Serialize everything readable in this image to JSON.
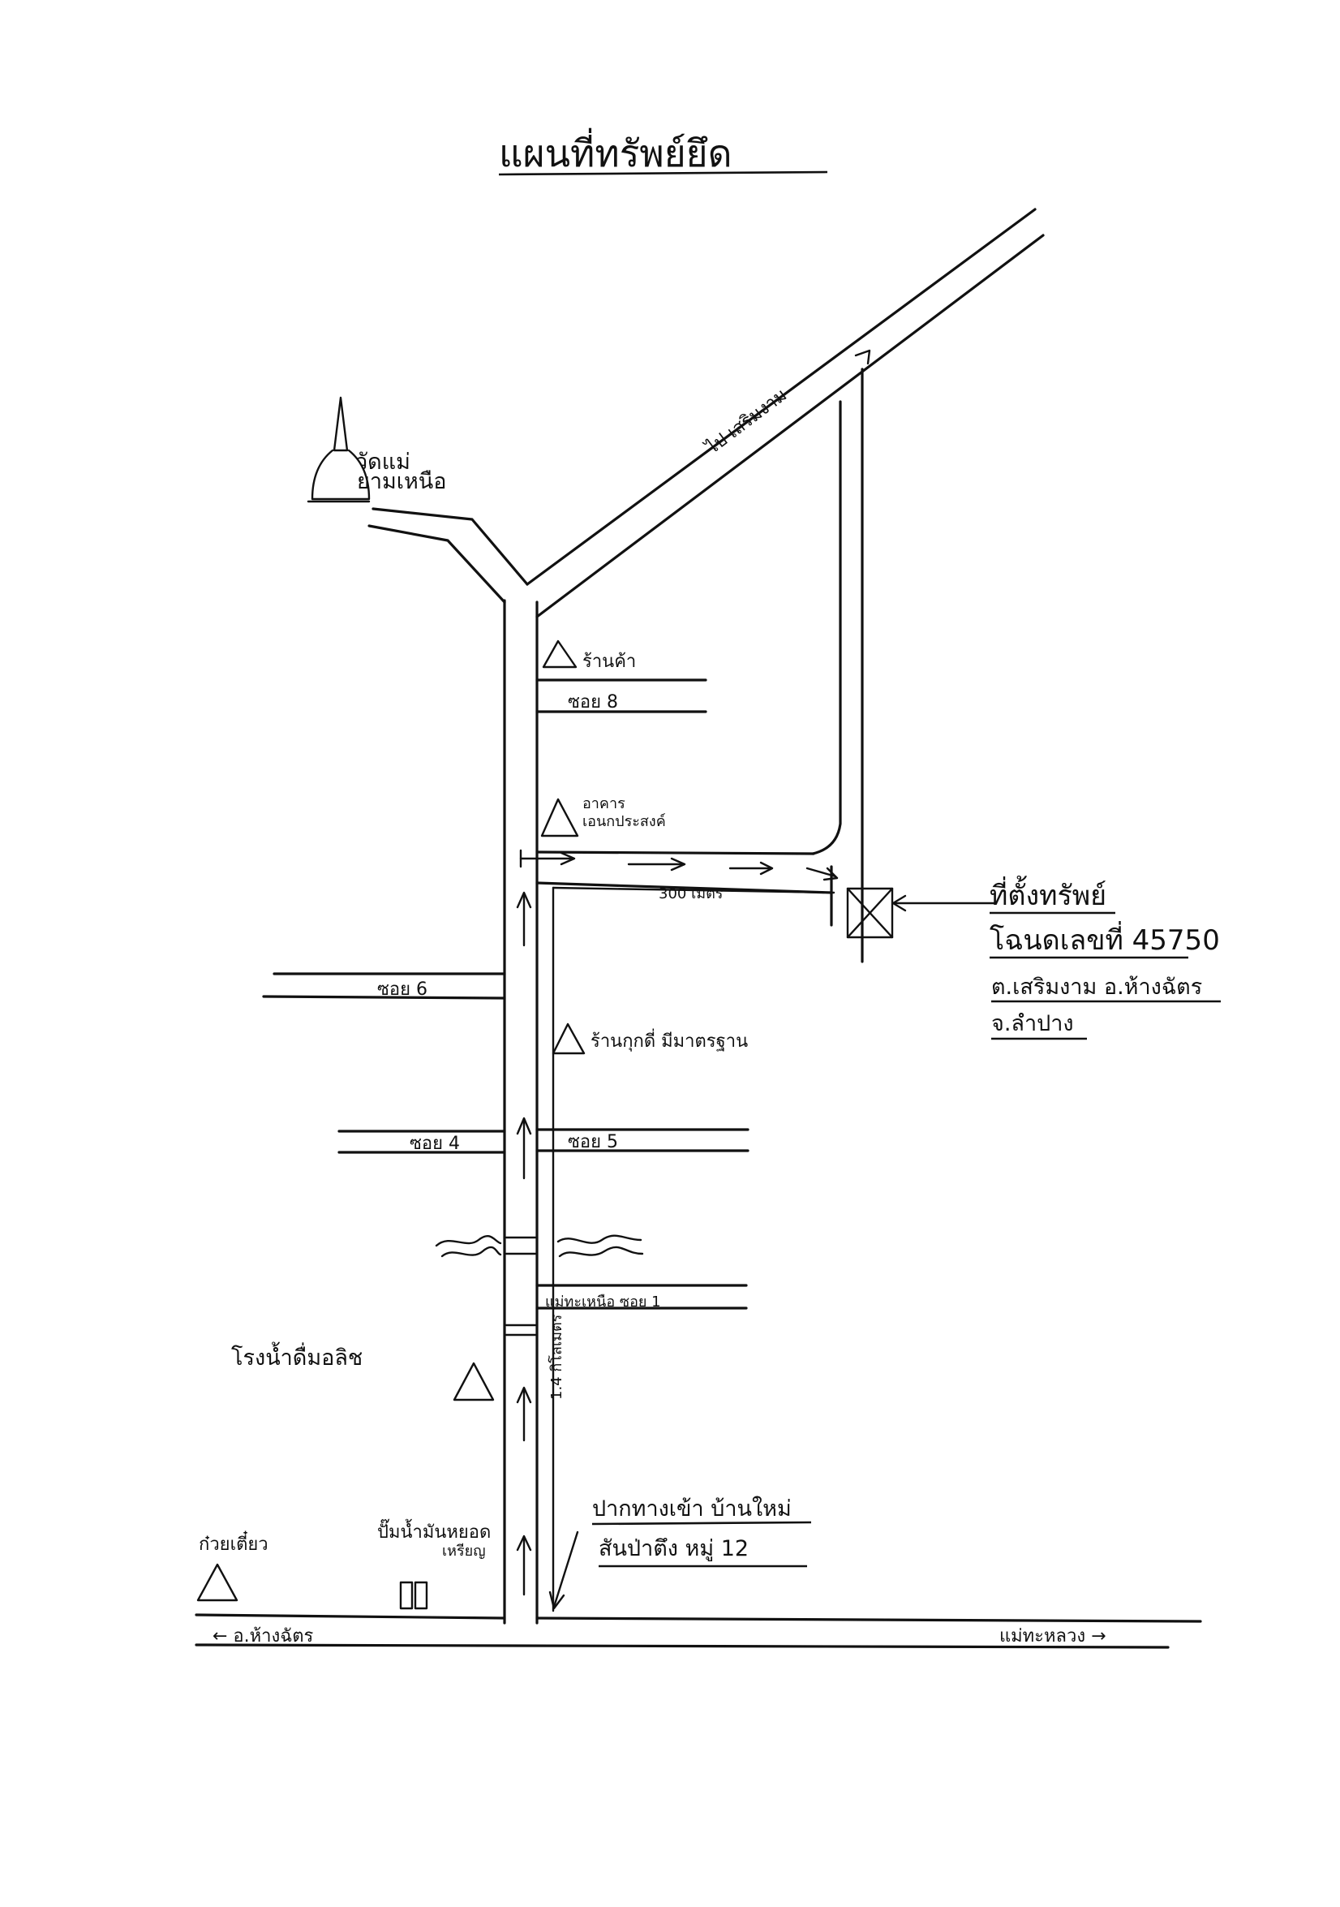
{
  "title": "แผนที่ทรัพย์ยึด",
  "landmarks": {
    "temple": {
      "label_line1": "วัดแม่",
      "label_line2": "ยามเหนือ",
      "icon": "stupa-icon"
    },
    "shop_top": {
      "label": "ร้านค้า",
      "icon": "triangle-marker-icon"
    },
    "building": {
      "label_line1": "อาคาร",
      "label_line2": "เอนกประสงค์",
      "icon": "triangle-marker-icon"
    },
    "noodle_shop": {
      "label": "ร้านกุกดี่ มีมาตรฐาน",
      "icon": "triangle-marker-icon"
    },
    "water_plant": {
      "label": "โรงน้ำดื่มอลิช",
      "icon": "triangle-marker-icon"
    },
    "noodle_left": {
      "label": "ก๋วยเตี๋ยว",
      "icon": "triangle-marker-icon"
    },
    "gas_station": {
      "label_line1": "ปั๊มน้ำมันหยอด",
      "label_line2": "เหรียญ",
      "icon": "gas-pump-icon"
    }
  },
  "roads": {
    "top_road": "ไป เสริมงาม",
    "soi_8": "ซอย 8",
    "soi_6": "ซอย 6",
    "soi_4": "ซอย 4",
    "soi_5": "ซอย 5",
    "soi_1": "แม่ทะเหนือ ซอย 1",
    "main_left": "← อ.ห้างฉัตร",
    "main_right": "แม่ทะหลวง →"
  },
  "distances": {
    "side_road": "300 เมตร",
    "main_north": "1.4 กิโลเมตร"
  },
  "entrance": {
    "line1": "ปากทางเข้า บ้านใหม่",
    "line2": "สันป่าตึง หมู่ 12"
  },
  "property": {
    "line1": "ที่ตั้งทรัพย์",
    "line2": "โฉนดเลขที่ 45750",
    "line3": "ต.เสริมงาม อ.ห้างฉัตร",
    "line4": "จ.ลำปาง",
    "icon": "property-box-icon"
  }
}
